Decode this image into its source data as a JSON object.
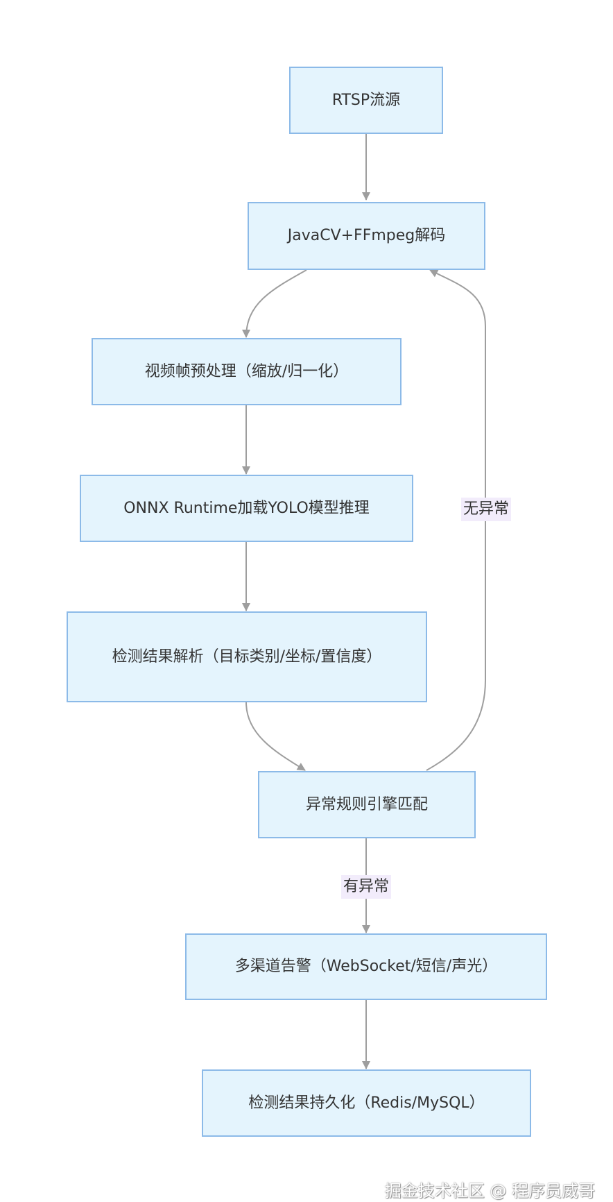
{
  "nodes": {
    "rtsp": "RTSP流源",
    "decode": "JavaCV+FFmpeg解码",
    "preprocess": "视频帧预处理（缩放/归一化）",
    "inference": "ONNX Runtime加载YOLO模型推理",
    "parse": "检测结果解析（目标类别/坐标/置信度）",
    "rules": "异常规则引擎匹配",
    "alert": "多渠道告警（WebSocket/短信/声光）",
    "persist": "检测结果持久化（Redis/MySQL）"
  },
  "edge_labels": {
    "no_anomaly": "无异常",
    "anomaly": "有异常"
  },
  "watermark": "掘金技术社区 @ 程序员威哥",
  "colors": {
    "node_fill": "#e4f4fd",
    "node_border": "#8cbae8",
    "edge": "#9e9e9e",
    "label_bg": "#f2ecfb",
    "text": "#333333"
  }
}
